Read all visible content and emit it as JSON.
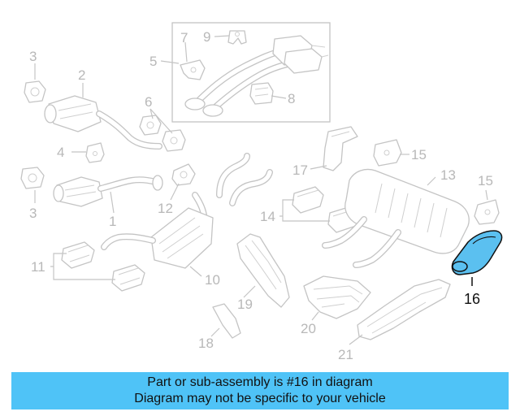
{
  "diagram": {
    "callouts": [
      "1",
      "2",
      "3",
      "3",
      "4",
      "5",
      "6",
      "7",
      "8",
      "9",
      "10",
      "11",
      "12",
      "13",
      "14",
      "15",
      "15",
      "16",
      "17",
      "18",
      "19",
      "20",
      "21"
    ],
    "highlighted_part": "16"
  },
  "banner": {
    "line1": "Part or sub-assembly is #16 in diagram",
    "line2": "Diagram may not be specific to your vehicle"
  },
  "colors": {
    "banner_background": "#4fc3f7",
    "highlight_fill": "#5bc0f0",
    "line_art": "#c4c4c4"
  }
}
